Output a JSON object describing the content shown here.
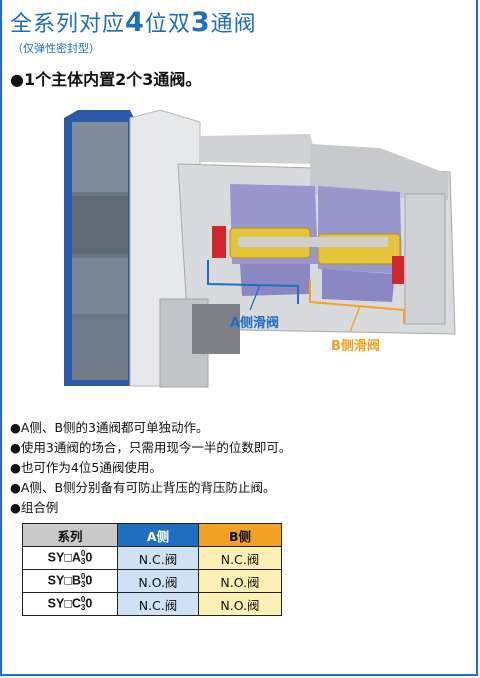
{
  "header": {
    "title_pre": "全系列对应",
    "title_num1": "4",
    "title_mid": "位双",
    "title_num2": "3",
    "title_post": "通阀",
    "subtitle": "（仅弹性密封型）"
  },
  "lead": "●1个主体内置2个3通阀。",
  "illustration": {
    "label_a": "A侧滑阀",
    "label_b": "B侧滑阀",
    "colors": {
      "blue": "#1f6fc0",
      "orange": "#f4a224",
      "spool_yellow": "#e3c43a",
      "body_purple": "#9a97cf",
      "seal_red": "#d0282a"
    }
  },
  "bullets": [
    "●A侧、B侧的3通阀都可单独动作。",
    "●使用3通阀的场合，只需用现今一半的位数即可。",
    "●也可作为4位5通阀使用。",
    "●A侧、B侧分别备有可防止背压的背压防止阀。",
    "●组合例"
  ],
  "table": {
    "headers": [
      "系列",
      "A侧",
      "B侧"
    ],
    "rows": [
      {
        "series_pre": "SY□A",
        "sup": "0",
        "sub": "3",
        "series_post": "0",
        "a": "N.C.阀",
        "b": "N.C.阀"
      },
      {
        "series_pre": "SY□B",
        "sup": "0",
        "sub": "3",
        "series_post": "0",
        "a": "N.O.阀",
        "b": "N.O.阀"
      },
      {
        "series_pre": "SY□C",
        "sup": "0",
        "sub": "3",
        "series_post": "0",
        "a": "N.C.阀",
        "b": "N.O.阀"
      }
    ]
  }
}
